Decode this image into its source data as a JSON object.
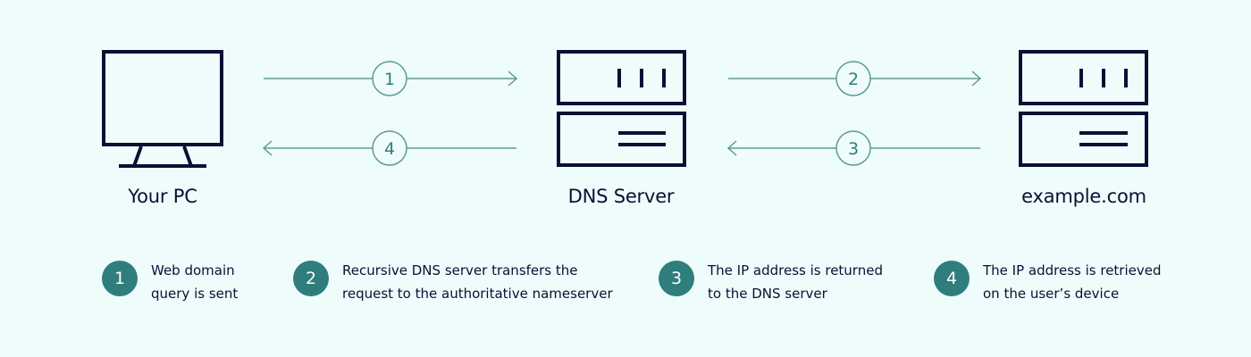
{
  "colors": {
    "background": "#effcfc",
    "icon_stroke": "#0b1033",
    "arrow": "#5e9a98",
    "accent_teal": "#2f7e7c"
  },
  "nodes": {
    "pc": {
      "label": "Your PC",
      "icon": "computer-monitor-icon"
    },
    "dns": {
      "label": "DNS Server",
      "icon": "server-icon"
    },
    "site": {
      "label": "example.com",
      "icon": "server-icon"
    }
  },
  "arrows": [
    {
      "step": "1",
      "from": "pc",
      "to": "dns"
    },
    {
      "step": "2",
      "from": "dns",
      "to": "site"
    },
    {
      "step": "3",
      "from": "site",
      "to": "dns"
    },
    {
      "step": "4",
      "from": "dns",
      "to": "pc"
    }
  ],
  "legend": [
    {
      "number": "1",
      "text": "Web domain\nquery is sent"
    },
    {
      "number": "2",
      "text": "Recursive DNS server transfers the\nrequest to the authoritative nameserver"
    },
    {
      "number": "3",
      "text": "The IP address is returned\nto the DNS server"
    },
    {
      "number": "4",
      "text": "The IP address is retrieved\non the user’s device"
    }
  ]
}
